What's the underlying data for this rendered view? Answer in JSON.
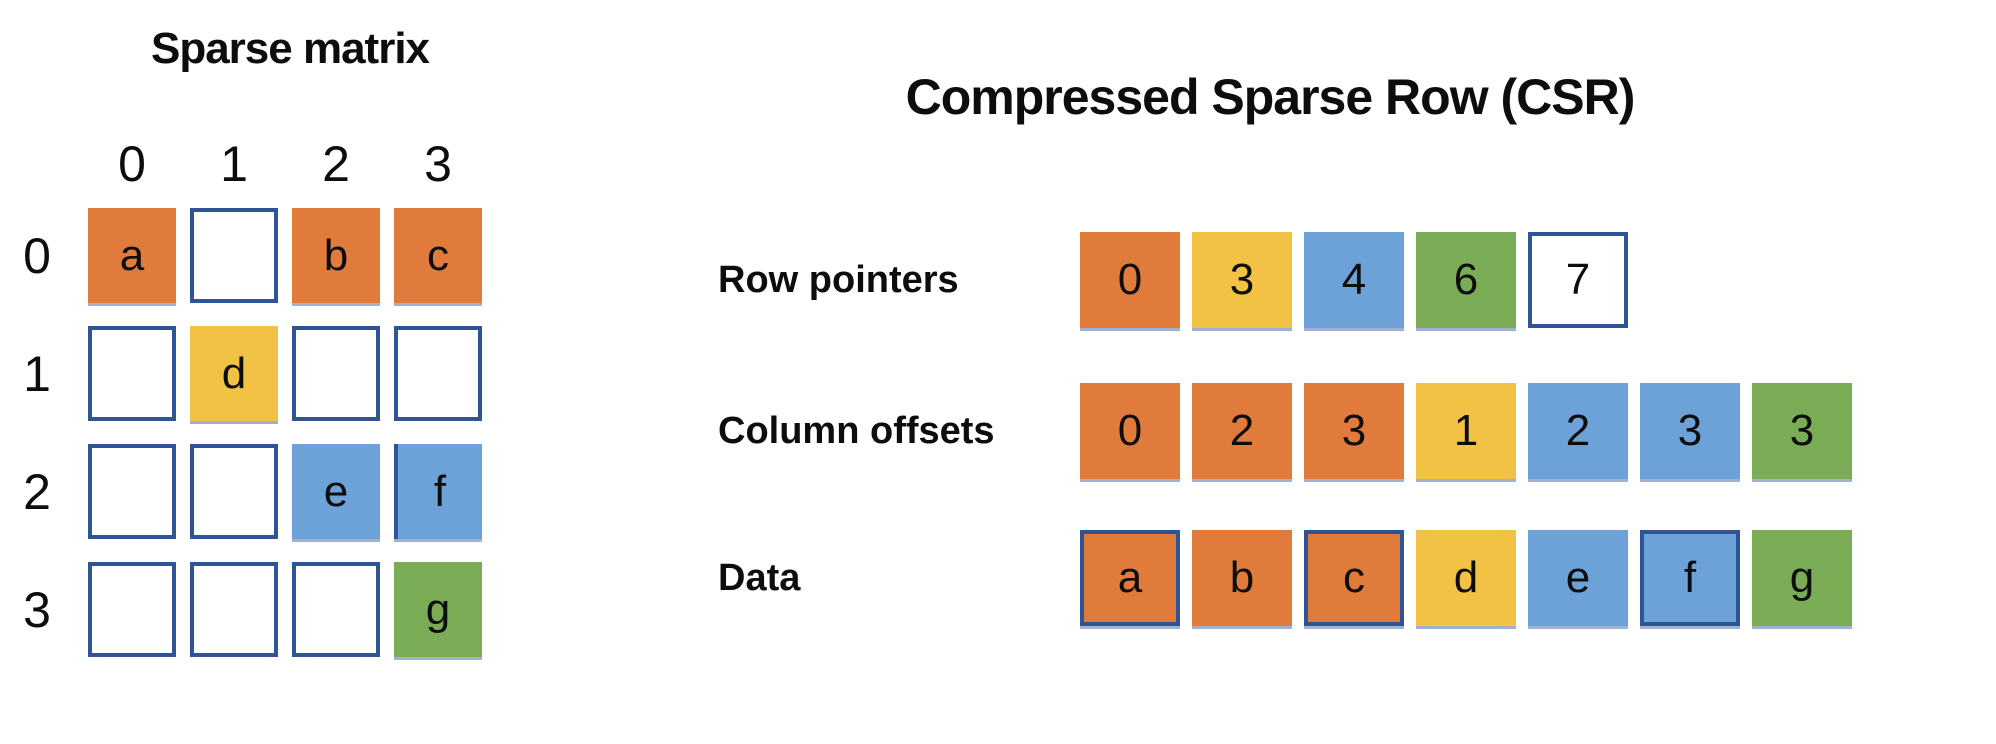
{
  "colors": {
    "orange": "#E07B3B",
    "yellow": "#F2C245",
    "blue": "#6CA2D8",
    "green": "#7AAC55",
    "navy": "#2F5496",
    "white": "#FFFFFF"
  },
  "sparse_matrix": {
    "title": "Sparse matrix",
    "column_labels": [
      "0",
      "1",
      "2",
      "3"
    ],
    "row_labels": [
      "0",
      "1",
      "2",
      "3"
    ],
    "rows": [
      [
        {
          "text": "a",
          "color": "orange"
        },
        {
          "text": "",
          "color": "white"
        },
        {
          "text": "b",
          "color": "orange"
        },
        {
          "text": "c",
          "color": "orange"
        }
      ],
      [
        {
          "text": "",
          "color": "white"
        },
        {
          "text": "d",
          "color": "yellow"
        },
        {
          "text": "",
          "color": "white"
        },
        {
          "text": "",
          "color": "white"
        }
      ],
      [
        {
          "text": "",
          "color": "white"
        },
        {
          "text": "",
          "color": "white"
        },
        {
          "text": "e",
          "color": "blue"
        },
        {
          "text": "f",
          "color": "blue",
          "edge": "left"
        }
      ],
      [
        {
          "text": "",
          "color": "white"
        },
        {
          "text": "",
          "color": "white"
        },
        {
          "text": "",
          "color": "white"
        },
        {
          "text": "g",
          "color": "green"
        }
      ]
    ]
  },
  "csr": {
    "title": "Compressed Sparse Row (CSR)",
    "rows": [
      {
        "label": "Row pointers",
        "cells": [
          {
            "text": "0",
            "color": "orange"
          },
          {
            "text": "3",
            "color": "yellow"
          },
          {
            "text": "4",
            "color": "blue"
          },
          {
            "text": "6",
            "color": "green"
          },
          {
            "text": "7",
            "color": "white"
          }
        ]
      },
      {
        "label": "Column offsets",
        "cells": [
          {
            "text": "0",
            "color": "orange"
          },
          {
            "text": "2",
            "color": "orange"
          },
          {
            "text": "3",
            "color": "orange"
          },
          {
            "text": "1",
            "color": "yellow"
          },
          {
            "text": "2",
            "color": "blue"
          },
          {
            "text": "3",
            "color": "blue"
          },
          {
            "text": "3",
            "color": "green"
          }
        ]
      },
      {
        "label": "Data",
        "cells": [
          {
            "text": "a",
            "color": "orange",
            "bordered": true
          },
          {
            "text": "b",
            "color": "orange"
          },
          {
            "text": "c",
            "color": "orange",
            "bordered": true
          },
          {
            "text": "d",
            "color": "yellow"
          },
          {
            "text": "e",
            "color": "blue"
          },
          {
            "text": "f",
            "color": "blue",
            "bordered": true
          },
          {
            "text": "g",
            "color": "green"
          }
        ]
      }
    ]
  }
}
